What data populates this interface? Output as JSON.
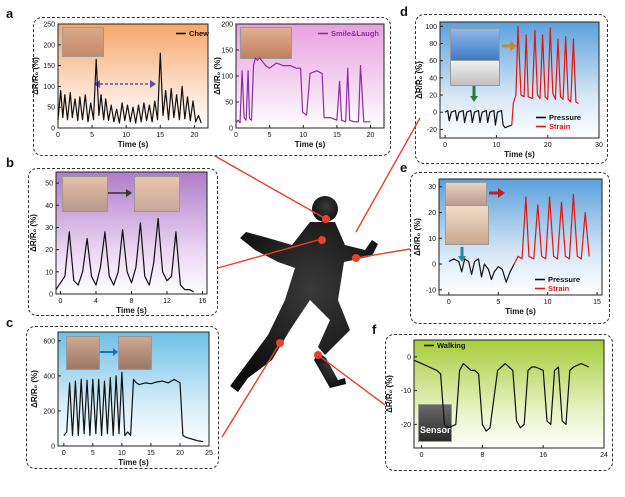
{
  "panel_labels": {
    "a": "a",
    "b": "b",
    "c": "c",
    "d": "d",
    "e": "e",
    "f": "f"
  },
  "sensor_label": "Sensor",
  "colors": {
    "line_black": "#111111",
    "line_purple": "#8a2ea0",
    "line_red": "#e01515",
    "connector": "#e8402a",
    "dot": "#e8402a"
  },
  "chart_data": [
    {
      "id": "a1",
      "type": "line",
      "panel": "a",
      "ylabel": "ΔR/R₀ (%)",
      "xlabel": "Time (s)",
      "xlim": [
        0,
        22
      ],
      "ylim": [
        0,
        250
      ],
      "xticks": [
        0,
        5,
        10,
        15,
        20
      ],
      "yticks": [
        0,
        50,
        100,
        150,
        200,
        250
      ],
      "legend": [
        "Chew"
      ],
      "series": [
        {
          "name": "Chew",
          "color": "#111111",
          "x": [
            0,
            0.4,
            0.7,
            1.0,
            1.4,
            1.8,
            2.1,
            2.5,
            2.9,
            3.2,
            3.6,
            4.0,
            4.4,
            4.8,
            5.2,
            5.6,
            6.0,
            6.3,
            6.7,
            7.0,
            7.4,
            7.8,
            8.2,
            8.6,
            9.0,
            9.4,
            9.8,
            10.2,
            10.6,
            11.0,
            11.4,
            11.8,
            12.2,
            12.6,
            13.0,
            13.4,
            13.8,
            14.2,
            14.6,
            15.0,
            15.4,
            15.8,
            16.2,
            16.6,
            17.0,
            17.4,
            17.8,
            18.2,
            18.6,
            19.0,
            19.4,
            19.8,
            20.2,
            20.6,
            21.0
          ],
          "y": [
            20,
            90,
            25,
            80,
            20,
            85,
            25,
            70,
            18,
            75,
            20,
            80,
            15,
            60,
            20,
            165,
            30,
            80,
            20,
            70,
            18,
            55,
            15,
            45,
            12,
            60,
            18,
            55,
            15,
            50,
            12,
            55,
            15,
            60,
            18,
            55,
            15,
            65,
            20,
            180,
            30,
            90,
            20,
            95,
            25,
            80,
            20,
            100,
            22,
            75,
            18,
            65,
            15,
            30,
            12
          ]
        }
      ]
    },
    {
      "id": "a2",
      "type": "line",
      "panel": "a",
      "ylabel": "ΔR/R₀ (%)",
      "xlabel": "Time (s)",
      "xlim": [
        0,
        22
      ],
      "ylim": [
        0,
        200
      ],
      "xticks": [
        0,
        5,
        10,
        15,
        20
      ],
      "yticks": [
        0,
        50,
        100,
        150,
        200
      ],
      "legend": [
        "Smile&Laugh"
      ],
      "series": [
        {
          "name": "Smile&Laugh",
          "color": "#8a2ea0",
          "x": [
            0,
            0.3,
            0.6,
            0.9,
            1.2,
            1.5,
            1.8,
            2.0,
            2.3,
            2.6,
            2.9,
            3.2,
            3.5,
            3.8,
            4.1,
            4.4,
            5.0,
            6.0,
            7.0,
            8.0,
            9.0,
            9.6,
            9.9,
            10.5,
            11.0,
            12.0,
            12.8,
            13.1,
            14.0,
            15.0,
            15.4,
            15.7,
            16.3,
            16.6,
            16.9,
            17.5,
            18.2,
            18.5,
            19.0,
            20.0
          ],
          "y": [
            10,
            15,
            10,
            110,
            20,
            15,
            110,
            18,
            15,
            120,
            135,
            130,
            135,
            130,
            125,
            120,
            115,
            125,
            120,
            120,
            115,
            115,
            30,
            25,
            105,
            110,
            105,
            20,
            20,
            15,
            90,
            15,
            12,
            115,
            15,
            12,
            12,
            120,
            12,
            12
          ]
        }
      ]
    },
    {
      "id": "b",
      "type": "line",
      "panel": "b",
      "ylabel": "ΔR/R₀ (%)",
      "xlabel": "Time (s)",
      "xlim": [
        -0.5,
        16.5
      ],
      "ylim": [
        0,
        55
      ],
      "xticks": [
        0,
        4,
        8,
        12,
        16
      ],
      "yticks": [
        0,
        10,
        20,
        30,
        40,
        50
      ],
      "series": [
        {
          "name": "",
          "color": "#111111",
          "x": [
            -0.5,
            0,
            0.5,
            1.0,
            1.5,
            2.0,
            2.5,
            3.0,
            3.5,
            4.0,
            4.5,
            5.0,
            5.5,
            6.0,
            6.5,
            7.0,
            7.5,
            8.0,
            8.5,
            9.0,
            9.5,
            10.0,
            10.5,
            11.0,
            11.5,
            12.0,
            12.5,
            13.0,
            13.5,
            14.0,
            14.5,
            15.0
          ],
          "y": [
            2,
            5,
            8,
            28,
            6,
            4,
            10,
            25,
            8,
            4,
            12,
            28,
            8,
            4,
            10,
            29,
            10,
            5,
            12,
            32,
            8,
            4,
            14,
            34,
            10,
            6,
            8,
            28,
            4,
            2,
            2,
            1
          ]
        }
      ]
    },
    {
      "id": "c",
      "type": "line",
      "panel": "c",
      "ylabel": "ΔR/R₀ (%)",
      "xlabel": "Time (s)",
      "xlim": [
        -1,
        25
      ],
      "ylim": [
        0,
        650
      ],
      "xticks": [
        0,
        5,
        10,
        15,
        20,
        25
      ],
      "yticks": [
        0,
        200,
        400,
        600
      ],
      "series": [
        {
          "name": "",
          "color": "#111111",
          "x": [
            0,
            0.5,
            1.0,
            1.5,
            2.0,
            2.5,
            3.0,
            3.5,
            4.0,
            4.5,
            5.0,
            5.5,
            6.0,
            6.5,
            7.0,
            7.5,
            8.0,
            8.5,
            9.0,
            9.5,
            10.0,
            10.5,
            11.0,
            11.5,
            12.0,
            12.5,
            13.0,
            14.0,
            15.0,
            16.0,
            17.0,
            18.0,
            19.0,
            20.0,
            20.5,
            21.0,
            22.0,
            23.0,
            24.0
          ],
          "y": [
            60,
            80,
            360,
            60,
            370,
            60,
            380,
            70,
            375,
            60,
            380,
            70,
            380,
            60,
            370,
            70,
            390,
            60,
            400,
            70,
            420,
            60,
            80,
            60,
            380,
            360,
            350,
            360,
            355,
            365,
            370,
            360,
            380,
            360,
            60,
            50,
            40,
            30,
            25
          ]
        }
      ]
    },
    {
      "id": "d",
      "type": "line",
      "panel": "d",
      "ylabel": "ΔR/R₀ (%)",
      "xlabel": "Time (s)",
      "xlim": [
        -1,
        30
      ],
      "ylim": [
        -30,
        105
      ],
      "xticks": [
        0,
        10,
        20,
        30
      ],
      "yticks": [
        -20,
        0,
        20,
        40,
        60,
        80,
        100
      ],
      "legend": [
        "Pressure",
        "Strain"
      ],
      "series": [
        {
          "name": "Pressure",
          "color": "#111111",
          "x": [
            0,
            0.5,
            0.8,
            1.2,
            2.0,
            2.3,
            2.7,
            3.5,
            3.8,
            4.2,
            5.0,
            5.3,
            5.7,
            6.5,
            6.8,
            7.2,
            8.0,
            8.3,
            8.7,
            9.5,
            9.8,
            10.2,
            11.0,
            11.3,
            11.7,
            12.5,
            13.0
          ],
          "y": [
            0,
            2,
            -10,
            0,
            2,
            -10,
            0,
            2,
            -12,
            0,
            2,
            -12,
            0,
            2,
            -12,
            0,
            2,
            -12,
            0,
            2,
            -15,
            0,
            2,
            -15,
            -18,
            -16,
            -15
          ]
        },
        {
          "name": "Strain",
          "color": "#e01515",
          "x": [
            13.0,
            13.3,
            13.8,
            14.2,
            14.8,
            15.4,
            15.8,
            16.2,
            17.0,
            17.5,
            18.0,
            18.5,
            19.0,
            19.5,
            20.0,
            20.5,
            21.0,
            21.5,
            22.0,
            22.5,
            23.0,
            23.5,
            24.0,
            24.5,
            25.0,
            25.5,
            26.0
          ],
          "y": [
            -15,
            10,
            20,
            100,
            20,
            18,
            90,
            18,
            16,
            95,
            20,
            16,
            90,
            18,
            15,
            98,
            22,
            15,
            85,
            18,
            15,
            88,
            15,
            12,
            85,
            12,
            10
          ]
        }
      ]
    },
    {
      "id": "e",
      "type": "line",
      "panel": "e",
      "ylabel": "ΔR/R₀ (%)",
      "xlabel": "Time (s)",
      "xlim": [
        -1,
        15.5
      ],
      "ylim": [
        -12,
        33
      ],
      "xticks": [
        0,
        5,
        10,
        15
      ],
      "yticks": [
        -10,
        0,
        10,
        20,
        30
      ],
      "legend": [
        "Pressure",
        "Strain"
      ],
      "series": [
        {
          "name": "Pressure",
          "color": "#111111",
          "x": [
            0,
            0.5,
            1.0,
            1.3,
            1.6,
            2.0,
            2.3,
            2.6,
            3.0,
            3.3,
            3.6,
            4.0,
            4.3,
            4.6,
            5.0,
            5.4,
            5.8,
            6.2,
            6.6
          ],
          "y": [
            1,
            2,
            1,
            -3,
            2,
            1,
            -4,
            1,
            2,
            -5,
            0,
            -2,
            -6,
            -3,
            -1,
            -2,
            -7,
            -3,
            0
          ]
        },
        {
          "name": "Strain",
          "color": "#e01515",
          "x": [
            6.6,
            7.0,
            7.4,
            7.8,
            8.1,
            8.6,
            9.0,
            9.4,
            9.8,
            10.2,
            10.6,
            11.0,
            11.4,
            11.8,
            12.2,
            12.6,
            13.0,
            13.4,
            13.8,
            14.2
          ],
          "y": [
            0,
            3,
            2,
            26,
            3,
            2,
            23,
            3,
            2,
            26,
            3,
            2,
            24,
            3,
            2,
            27,
            3,
            2,
            20,
            3
          ]
        }
      ]
    },
    {
      "id": "f",
      "type": "line",
      "panel": "f",
      "ylabel": "ΔR/R₀ (%)",
      "xlabel": "",
      "xlim": [
        -1,
        24
      ],
      "ylim": [
        -27,
        5
      ],
      "xticks": [
        0,
        8,
        16,
        24
      ],
      "yticks": [
        -20,
        -10,
        0
      ],
      "legend": [
        "Walking"
      ],
      "series": [
        {
          "name": "Walking",
          "color": "#111111",
          "x": [
            -1,
            0,
            1,
            2,
            2.5,
            3,
            3.5,
            4.5,
            5,
            5.5,
            6,
            6.5,
            7,
            7.5,
            8,
            8.5,
            9,
            10,
            10.5,
            11,
            11.5,
            12,
            12.5,
            13,
            13.5,
            14,
            14.5,
            15,
            16,
            16.5,
            17,
            17.5,
            18,
            18.5,
            19,
            19.5,
            20,
            21,
            22
          ],
          "y": [
            -1,
            -2,
            -3,
            -4,
            -5,
            -20,
            -21,
            -20,
            -4,
            -2,
            -3,
            -4,
            -4,
            -5,
            -20,
            -22,
            -21,
            -4,
            -3,
            -2,
            -3,
            -4,
            -19,
            -21,
            -20,
            -4,
            -3,
            -3,
            -4,
            -19,
            -20,
            -4,
            -3,
            -19,
            -20,
            -4,
            -3,
            -2,
            -3
          ]
        }
      ]
    }
  ]
}
